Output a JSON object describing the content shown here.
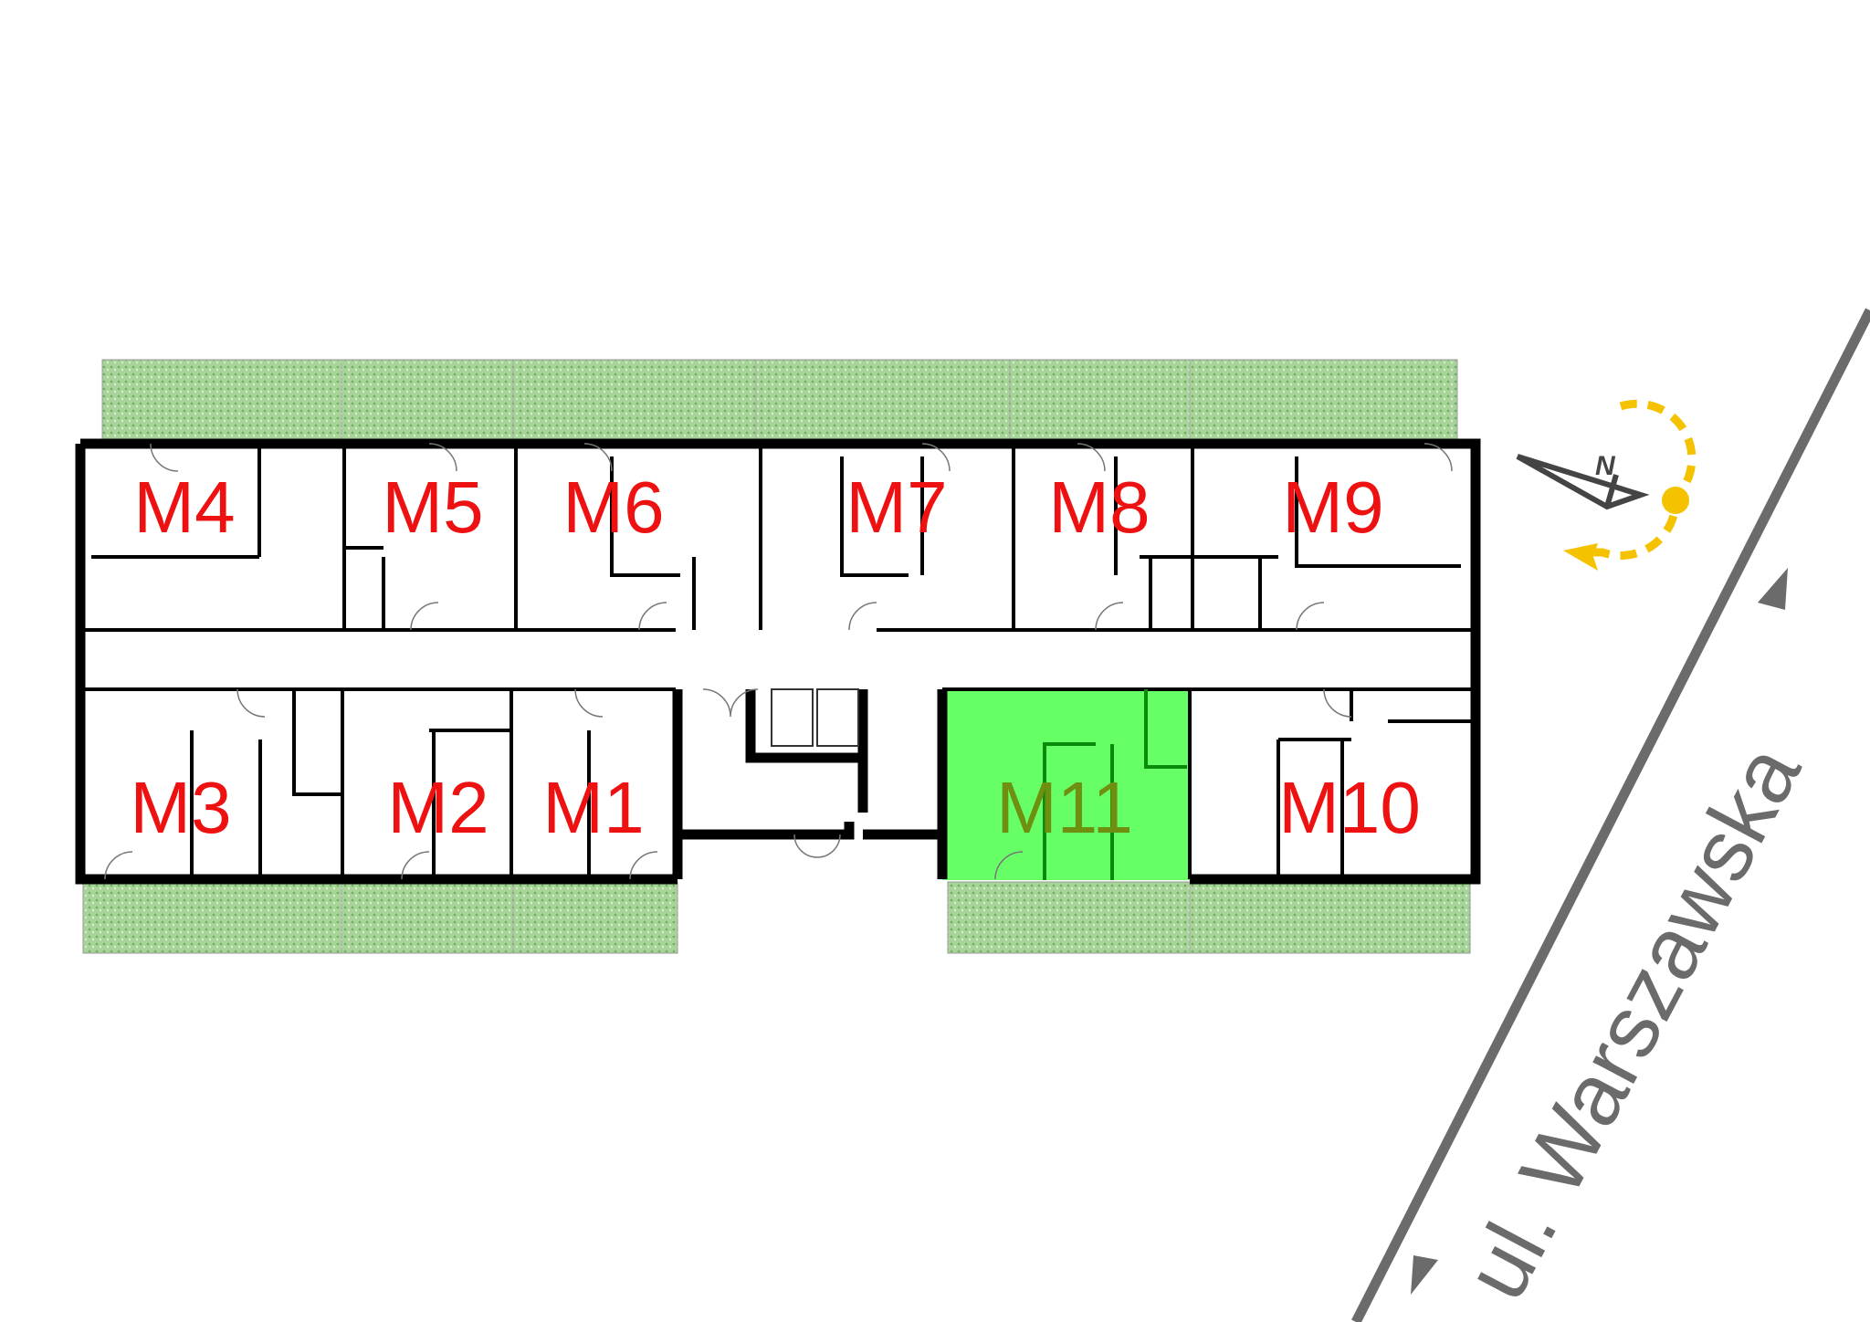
{
  "floorplan": {
    "units": [
      {
        "id": "M4",
        "label": "M4",
        "selected": false
      },
      {
        "id": "M5",
        "label": "M5",
        "selected": false
      },
      {
        "id": "M6",
        "label": "M6",
        "selected": false
      },
      {
        "id": "M7",
        "label": "M7",
        "selected": false
      },
      {
        "id": "M8",
        "label": "M8",
        "selected": false
      },
      {
        "id": "M9",
        "label": "M9",
        "selected": false
      },
      {
        "id": "M3",
        "label": "M3",
        "selected": false
      },
      {
        "id": "M2",
        "label": "M2",
        "selected": false
      },
      {
        "id": "M1",
        "label": "M1",
        "selected": false
      },
      {
        "id": "M11",
        "label": "M11",
        "selected": true
      },
      {
        "id": "M10",
        "label": "M10",
        "selected": false
      }
    ],
    "colors": {
      "label": "#ee1111",
      "selected_fill": "#66ff66",
      "selected_label": "#6f8f10",
      "garden": "#9fcf8f",
      "compass": "#f5c200",
      "street": "#6b6b6b"
    }
  },
  "compass": {
    "north_label": "N"
  },
  "street": {
    "name": "ul. Warszawska"
  }
}
